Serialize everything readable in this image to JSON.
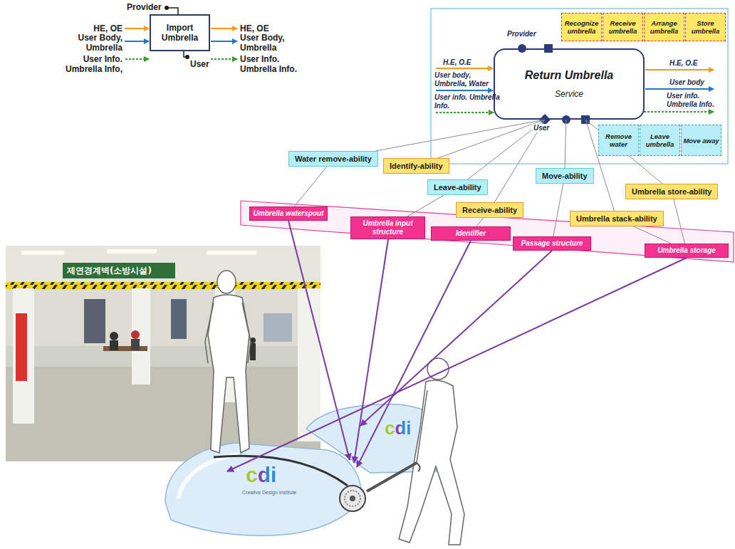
{
  "diagram": {
    "nodes": [
      {
        "text": [
          "Import Umbrella"
        ]
      },
      {
        "text": [
          "Return Umbrella",
          "Service"
        ]
      },
      {
        "text": [
          "Recognize umbrella"
        ]
      },
      {
        "text": [
          "Receive umbrella"
        ]
      },
      {
        "text": [
          "Arrange umbrella"
        ]
      },
      {
        "text": [
          "Store umbrella"
        ]
      },
      {
        "text": [
          "Remove water"
        ]
      },
      {
        "text": [
          "Leave umbrella"
        ]
      },
      {
        "text": [
          "Move away"
        ]
      },
      {
        "text": [
          "Water remove-ability"
        ]
      },
      {
        "text": [
          "Identify-ability"
        ]
      },
      {
        "text": [
          "Leave-ability"
        ]
      },
      {
        "text": [
          "Move-ability"
        ]
      },
      {
        "text": [
          "Receive-ability"
        ]
      },
      {
        "text": [
          "Umbrella store-ability"
        ]
      },
      {
        "text": [
          "Umbrella stack-ability"
        ]
      },
      {
        "text": [
          "Umbrella waterspout"
        ]
      },
      {
        "text": [
          "Umbrella input structure"
        ]
      },
      {
        "text": [
          "Identifier"
        ]
      },
      {
        "text": [
          "Passage structure"
        ]
      },
      {
        "text": [
          "Umbrella storage"
        ]
      }
    ],
    "edges": [
      {
        "from": 1,
        "to": 9,
        "arrow": "none"
      },
      {
        "from": 1,
        "to": 10,
        "arrow": "none"
      },
      {
        "from": 1,
        "to": 11,
        "arrow": "none"
      },
      {
        "from": 1,
        "to": 13,
        "arrow": "none"
      },
      {
        "from": 1,
        "to": 12,
        "arrow": "none"
      },
      {
        "from": 1,
        "to": 14,
        "arrow": "none"
      },
      {
        "from": 1,
        "to": 15,
        "arrow": "none"
      },
      {
        "from": 9,
        "to": 16,
        "arrow": "none"
      },
      {
        "from": 11,
        "to": 17,
        "arrow": "none"
      },
      {
        "from": 13,
        "to": 18,
        "arrow": "none"
      },
      {
        "from": 12,
        "to": 19,
        "arrow": "none"
      },
      {
        "from": 14,
        "to": 20,
        "arrow": "none"
      },
      {
        "from": 15,
        "to": 20,
        "arrow": "none"
      }
    ],
    "labels": [
      "Provider",
      "HE, OE",
      "User Body, Umbrella",
      "User Info. Umbrella Info,",
      "HE, OE",
      "User Body, Umbrella",
      "User Info. Umbrella Info.",
      "User",
      "Provider",
      "H.E, O.E",
      "User body, Umbrella, Water",
      "User info. Umbrella Info.",
      "H.E, O.E",
      "User body",
      "User info. Umbrella Info.",
      "User",
      "제연경계벽(소방시설)",
      "cdi",
      "Creative Design Institute",
      "cdi"
    ]
  }
}
